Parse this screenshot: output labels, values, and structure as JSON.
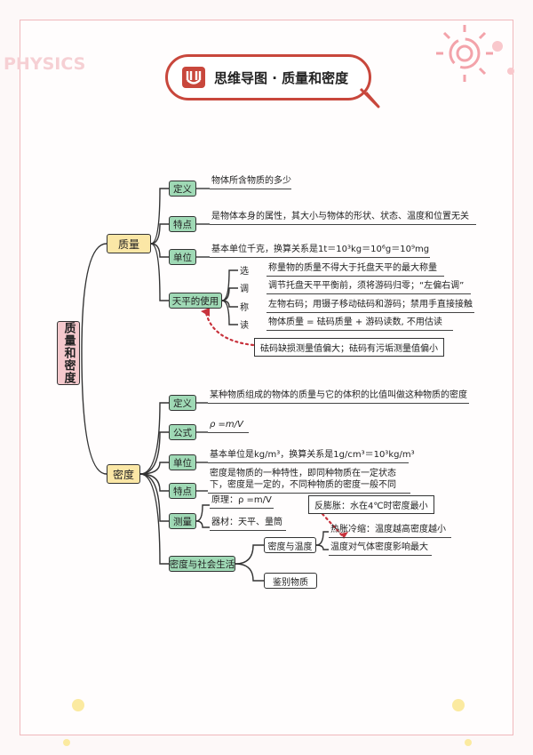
{
  "side_word": "PHYSICS",
  "title": "思维导图 · 质量和密度",
  "root": "质量和密度",
  "mass": {
    "label": "质量",
    "def_label": "定义",
    "def_text": "物体所含物质的多少",
    "prop_label": "特点",
    "prop_text": "是物体本身的属性，其大小与物体的形状、状态、温度和位置无关",
    "unit_label": "单位",
    "unit_text": "基本单位千克，换算关系是1t＝10³kg＝10⁶g＝10⁹mg",
    "balance_label": "天平的使用",
    "balance_rows": [
      {
        "key": "选",
        "text": "称量物的质量不得大于托盘天平的最大称量"
      },
      {
        "key": "调",
        "text": "调节托盘天平平衡前，须将游码归零；“左偏右调”"
      },
      {
        "key": "称",
        "text": "左物右码；用镊子移动砝码和游码；禁用手直接接触"
      },
      {
        "key": "读",
        "text": "物体质量 = 砝码质量 + 游码读数, 不用估读"
      }
    ],
    "balance_note": "砝码缺损测量值偏大；砝码有污垢测量值偏小"
  },
  "density": {
    "label": "密度",
    "def_label": "定义",
    "def_text": "某种物质组成的物体的质量与它的体积的比值叫做这种物质的密度",
    "formula_label": "公式",
    "formula_text": "ρ =m/V",
    "unit_label": "单位",
    "unit_text": "基本单位是kg/m³，换算关系是1g/cm³＝10³kg/m³",
    "prop_label": "特点",
    "prop_text": "密度是物质的一种特性，即同种物质在一定状态下，密度是一定的，不同种物质的密度一般不同",
    "measure_label": "测量",
    "measure_principle": "原理：ρ =m/V",
    "measure_tools": "器材：天平、量筒",
    "life_label": "密度与社会生活",
    "temp_label": "密度与温度",
    "anomaly_note": "反膨胀：水在4℃时密度最小",
    "temp_text1": "热胀冷缩：温度越高密度越小",
    "temp_text2": "温度对气体密度影响最大",
    "identify_label": "鉴别物质"
  }
}
